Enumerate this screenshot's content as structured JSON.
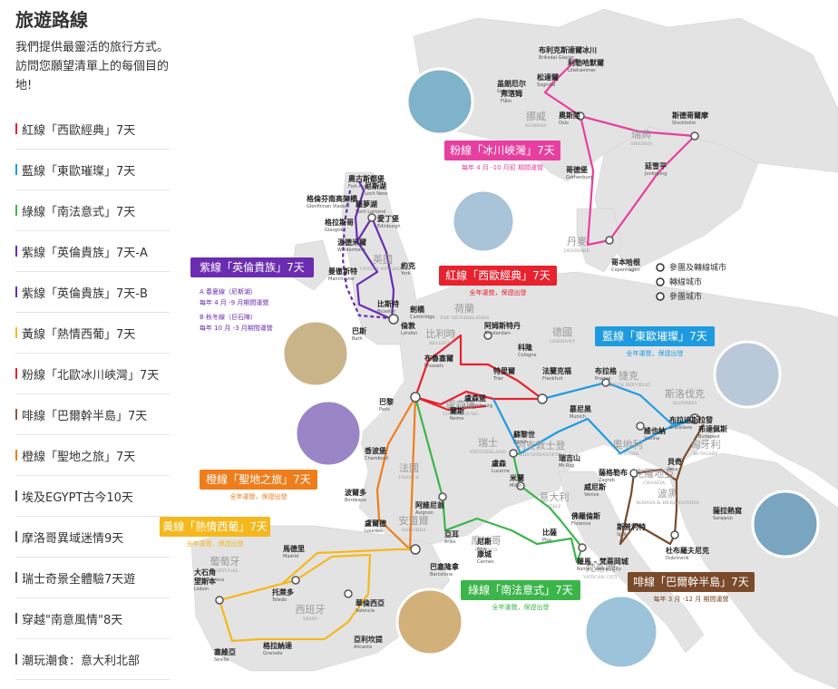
{
  "sidebar": {
    "title": "旅遊路線",
    "intro": "我們提供最靈活的旅行方式。訪問您願望清單上的每個目的地!",
    "routes": [
      {
        "label": "紅線「西歐經典」7天",
        "color": "#e8212e"
      },
      {
        "label": "藍線「東歐璀璨」7天",
        "color": "#1e9be0"
      },
      {
        "label": "綠線「南法意式」7天",
        "color": "#3bb54a"
      },
      {
        "label": "紫線「英倫貴族」7天-A",
        "color": "#6a2cb0"
      },
      {
        "label": "紫線「英倫貴族」7天-B",
        "color": "#6a2cb0"
      },
      {
        "label": "黃線「熱情西葡」7天",
        "color": "#f5b81c"
      },
      {
        "label": "粉線「北歐冰川峽灣」7天",
        "color": "#e8212e"
      },
      {
        "label": "啡線「巴爾幹半島」7天",
        "color": "#8a5a3a"
      },
      {
        "label": "橙線「聖地之旅」7天",
        "color": "#f07d1b"
      },
      {
        "label": "埃及EGYPT古今10天",
        "color": "#555555"
      },
      {
        "label": "摩洛哥異域迷情9天",
        "color": "#555555"
      },
      {
        "label": "瑞士奇景全體驗7天遊",
        "color": "#555555"
      },
      {
        "label": "穿越\"南意風情\"8天",
        "color": "#555555"
      },
      {
        "label": "潮玩潮食：意大利北部",
        "color": "#555555"
      }
    ]
  },
  "map": {
    "colors": {
      "red": "#e8212e",
      "blue": "#1e9be0",
      "green": "#3bb54a",
      "purple": "#6a2cb0",
      "yellow": "#f5b81c",
      "pink": "#e83ea0",
      "brown": "#7a4a2a",
      "orange": "#f07d1b",
      "land": "#e3e3e3",
      "sea": "#ffffff"
    },
    "banners": {
      "pink": {
        "title": "粉線「冰川峽灣」7天",
        "sub": "每年 4 月 -10 月初 期間運營"
      },
      "purple": {
        "title": "紫線「英倫貴族」7天",
        "a": "A 春夏線（尼斯湖）",
        "a_sub": "每年 4 月 -9 月期間運營",
        "b": "B 秋冬線（巨石陣）",
        "b_sub": "每年 10 月 -3 月期間運營"
      },
      "red": {
        "title": "紅線「西歐經典」7天",
        "sub": "全年運營，保證出發"
      },
      "blue": {
        "title": "藍線「東歐璀璨」7天",
        "sub": "全年運營，保證出發"
      },
      "orange": {
        "title": "橙線「聖地之旅」7天",
        "sub": "全年運營，保證出發"
      },
      "yellow": {
        "title": "黃線「熱情西葡」7天",
        "sub": "全年運營，保證出發"
      },
      "green": {
        "title": "綠線「南法意式」7天",
        "sub": "全年運營，保證出發"
      },
      "brown": {
        "title": "啡線「巴爾幹半島」7天",
        "sub": "每年 3 月 -12 月 期間運營"
      }
    },
    "legend": [
      "參團及轉線城市",
      "轉線城市",
      "參團城市"
    ],
    "countries": [
      {
        "zh": "挪威",
        "en": "NORWAY"
      },
      {
        "zh": "瑞典",
        "en": "SWEDEN"
      },
      {
        "zh": "丹麥",
        "en": "DENMARK"
      },
      {
        "zh": "英國",
        "en": "UNITED KINGDOM"
      },
      {
        "zh": "荷蘭",
        "en": "THE NETHERLANDS"
      },
      {
        "zh": "比利時",
        "en": "BELGIUM"
      },
      {
        "zh": "德國",
        "en": "GERMANY"
      },
      {
        "zh": "捷克",
        "en": "CZECH REPUBLIC"
      },
      {
        "zh": "斯洛伐克",
        "en": "SLOVAKIA"
      },
      {
        "zh": "奧地利",
        "en": "AUSTRIA"
      },
      {
        "zh": "匈牙利",
        "en": "HUNGARY"
      },
      {
        "zh": "瑞士",
        "en": "SWITZERLAND"
      },
      {
        "zh": "法國",
        "en": "FRANCE"
      },
      {
        "zh": "意大利",
        "en": "ITALY"
      },
      {
        "zh": "克羅地亞",
        "en": "CROATIA"
      },
      {
        "zh": "波黑",
        "en": "BOSNIA & HERZEGOVINA"
      },
      {
        "zh": "葡萄牙",
        "en": "PORTUGAL"
      },
      {
        "zh": "西班牙",
        "en": "SPAIN"
      },
      {
        "zh": "安道爾",
        "en": "ANDORRA"
      },
      {
        "zh": "摩納哥",
        "en": "MONACO"
      },
      {
        "zh": "盧森堡",
        "en": "LUXEMBOURG"
      },
      {
        "zh": "列支敦士登",
        "en": "LIECHTENSTEIN"
      },
      {
        "zh": "梵蒂岡",
        "en": "VATICAN CITY"
      }
    ],
    "cities": [
      {
        "zh": "布利克斯達爾冰川",
        "en": "Briksdal Glacier"
      },
      {
        "zh": "利勒哈默爾",
        "en": "Lillehammer"
      },
      {
        "zh": "松達爾",
        "en": "Sogndal"
      },
      {
        "zh": "盖朗厄尔",
        "en": "Geiranger"
      },
      {
        "zh": "弗洛姆",
        "en": "Flåm"
      },
      {
        "zh": "奧斯陸",
        "en": "Oslo"
      },
      {
        "zh": "斯德哥爾摩",
        "en": "Stockholm"
      },
      {
        "zh": "哥德堡",
        "en": "Gothenburg"
      },
      {
        "zh": "延雪平",
        "en": "Jonkoping"
      },
      {
        "zh": "哥本哈根",
        "en": "Copenhagen"
      },
      {
        "zh": "奧古斯都堡",
        "en": "Fort Augustus"
      },
      {
        "zh": "尼斯湖",
        "en": "Loch Ness"
      },
      {
        "zh": "格倫芬南高架橋",
        "en": "Glenfinnan Viaduct"
      },
      {
        "zh": "羅夢湖",
        "en": "Loch Lomond"
      },
      {
        "zh": "愛丁堡",
        "en": "Edinburgh"
      },
      {
        "zh": "格拉斯哥",
        "en": "Glasgow"
      },
      {
        "zh": "溫德米爾",
        "en": "Windermere"
      },
      {
        "zh": "約克",
        "en": "York"
      },
      {
        "zh": "曼徹斯特",
        "en": "Manchester"
      },
      {
        "zh": "劍橋",
        "en": "Cambridge"
      },
      {
        "zh": "比斯特",
        "en": "Bicester"
      },
      {
        "zh": "倫敦",
        "en": "London"
      },
      {
        "zh": "巴斯",
        "en": "Bath"
      },
      {
        "zh": "阿姆斯特丹",
        "en": "Amsterdam"
      },
      {
        "zh": "布魯塞爾",
        "en": "Brussels"
      },
      {
        "zh": "科隆",
        "en": "Cologne"
      },
      {
        "zh": "特里爾",
        "en": "Trier"
      },
      {
        "zh": "法蘭克福",
        "en": "Frankfurt"
      },
      {
        "zh": "布拉格",
        "en": "Prague"
      },
      {
        "zh": "巴黎",
        "en": "Paris"
      },
      {
        "zh": "盧森堡",
        "en": "Luxembourg"
      },
      {
        "zh": "蘭斯",
        "en": "Reims"
      },
      {
        "zh": "慕尼黑",
        "en": "Munich"
      },
      {
        "zh": "布拉迪斯拉發",
        "en": "Bratislava"
      },
      {
        "zh": "布達佩斯",
        "en": "Budapest"
      },
      {
        "zh": "維也納",
        "en": "Vienna"
      },
      {
        "zh": "蘇黎世",
        "en": "Zurich"
      },
      {
        "zh": "瑞吉山",
        "en": "Mt.Rigi"
      },
      {
        "zh": "盧森",
        "en": "Lucerne"
      },
      {
        "zh": "米蘭",
        "en": "Milan"
      },
      {
        "zh": "威尼斯",
        "en": "Venice"
      },
      {
        "zh": "佛羅倫斯",
        "en": "Florence"
      },
      {
        "zh": "比薩",
        "en": "Pisa"
      },
      {
        "zh": "羅馬 - 梵蒂岡城",
        "en": "Rome - Vatican City"
      },
      {
        "zh": "阿維尼翁",
        "en": "Avignon"
      },
      {
        "zh": "亞耳",
        "en": "Arles"
      },
      {
        "zh": "尼斯",
        "en": "Nice"
      },
      {
        "zh": "康城",
        "en": "Cannes"
      },
      {
        "zh": "巴塞隆拿",
        "en": "Barcelona"
      },
      {
        "zh": "波爾多",
        "en": "Bordeaux"
      },
      {
        "zh": "香波堡",
        "en": "Chambord"
      },
      {
        "zh": "盧爾德",
        "en": "Lourdes"
      },
      {
        "zh": "馬德里",
        "en": "Madrid"
      },
      {
        "zh": "托萊多",
        "en": "Toledo"
      },
      {
        "zh": "里斯本",
        "en": "Lisbon"
      },
      {
        "zh": "大石角",
        "en": "Cabo de roca"
      },
      {
        "zh": "塞維亞",
        "en": "Seville"
      },
      {
        "zh": "格拉納達",
        "en": "Granada"
      },
      {
        "zh": "華倫西亞",
        "en": "Valencia"
      },
      {
        "zh": "亞利坎提",
        "en": "Alicante"
      },
      {
        "zh": "薩格勒布",
        "en": "Zagreb"
      },
      {
        "zh": "斯普利特",
        "en": "Split"
      },
      {
        "zh": "杜布羅夫尼克",
        "en": "Dubrovnik"
      },
      {
        "zh": "薩拉熱窩",
        "en": "Sarajevo"
      },
      {
        "zh": "貝奇",
        "en": "Pecs"
      }
    ]
  }
}
